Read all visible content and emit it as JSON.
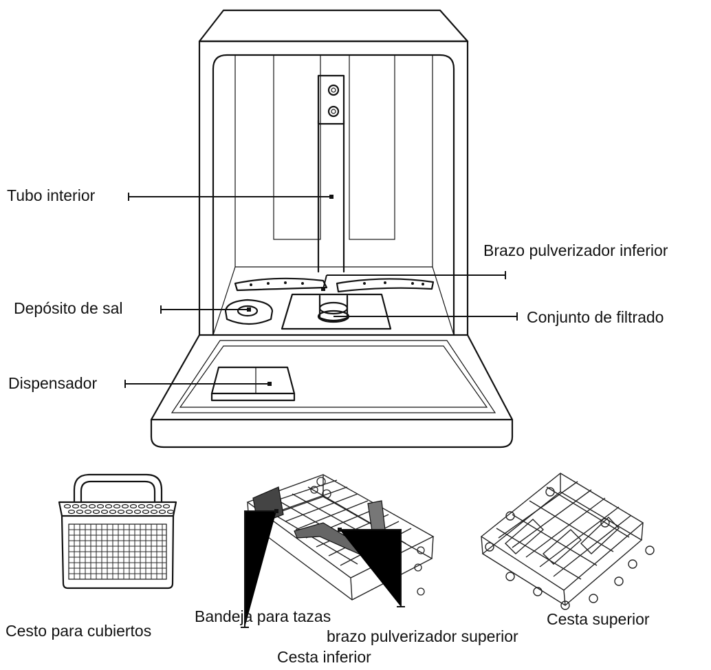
{
  "labels": {
    "tubo_interior": "Tubo interior",
    "brazo_pulverizador_inferior": "Brazo pulverizador inferior",
    "deposito_de_sal": "Depósito de sal",
    "conjunto_de_filtrado": "Conjunto de filtrado",
    "dispensador": "Dispensador",
    "cesto_para_cubiertos": "Cesto para cubiertos",
    "bandeja_para_tazas": "Bandeja para tazas",
    "brazo_pulverizador_superior": "brazo pulverizador superior",
    "cesta_inferior": "Cesta inferior",
    "cesta_superior": "Cesta superior"
  }
}
